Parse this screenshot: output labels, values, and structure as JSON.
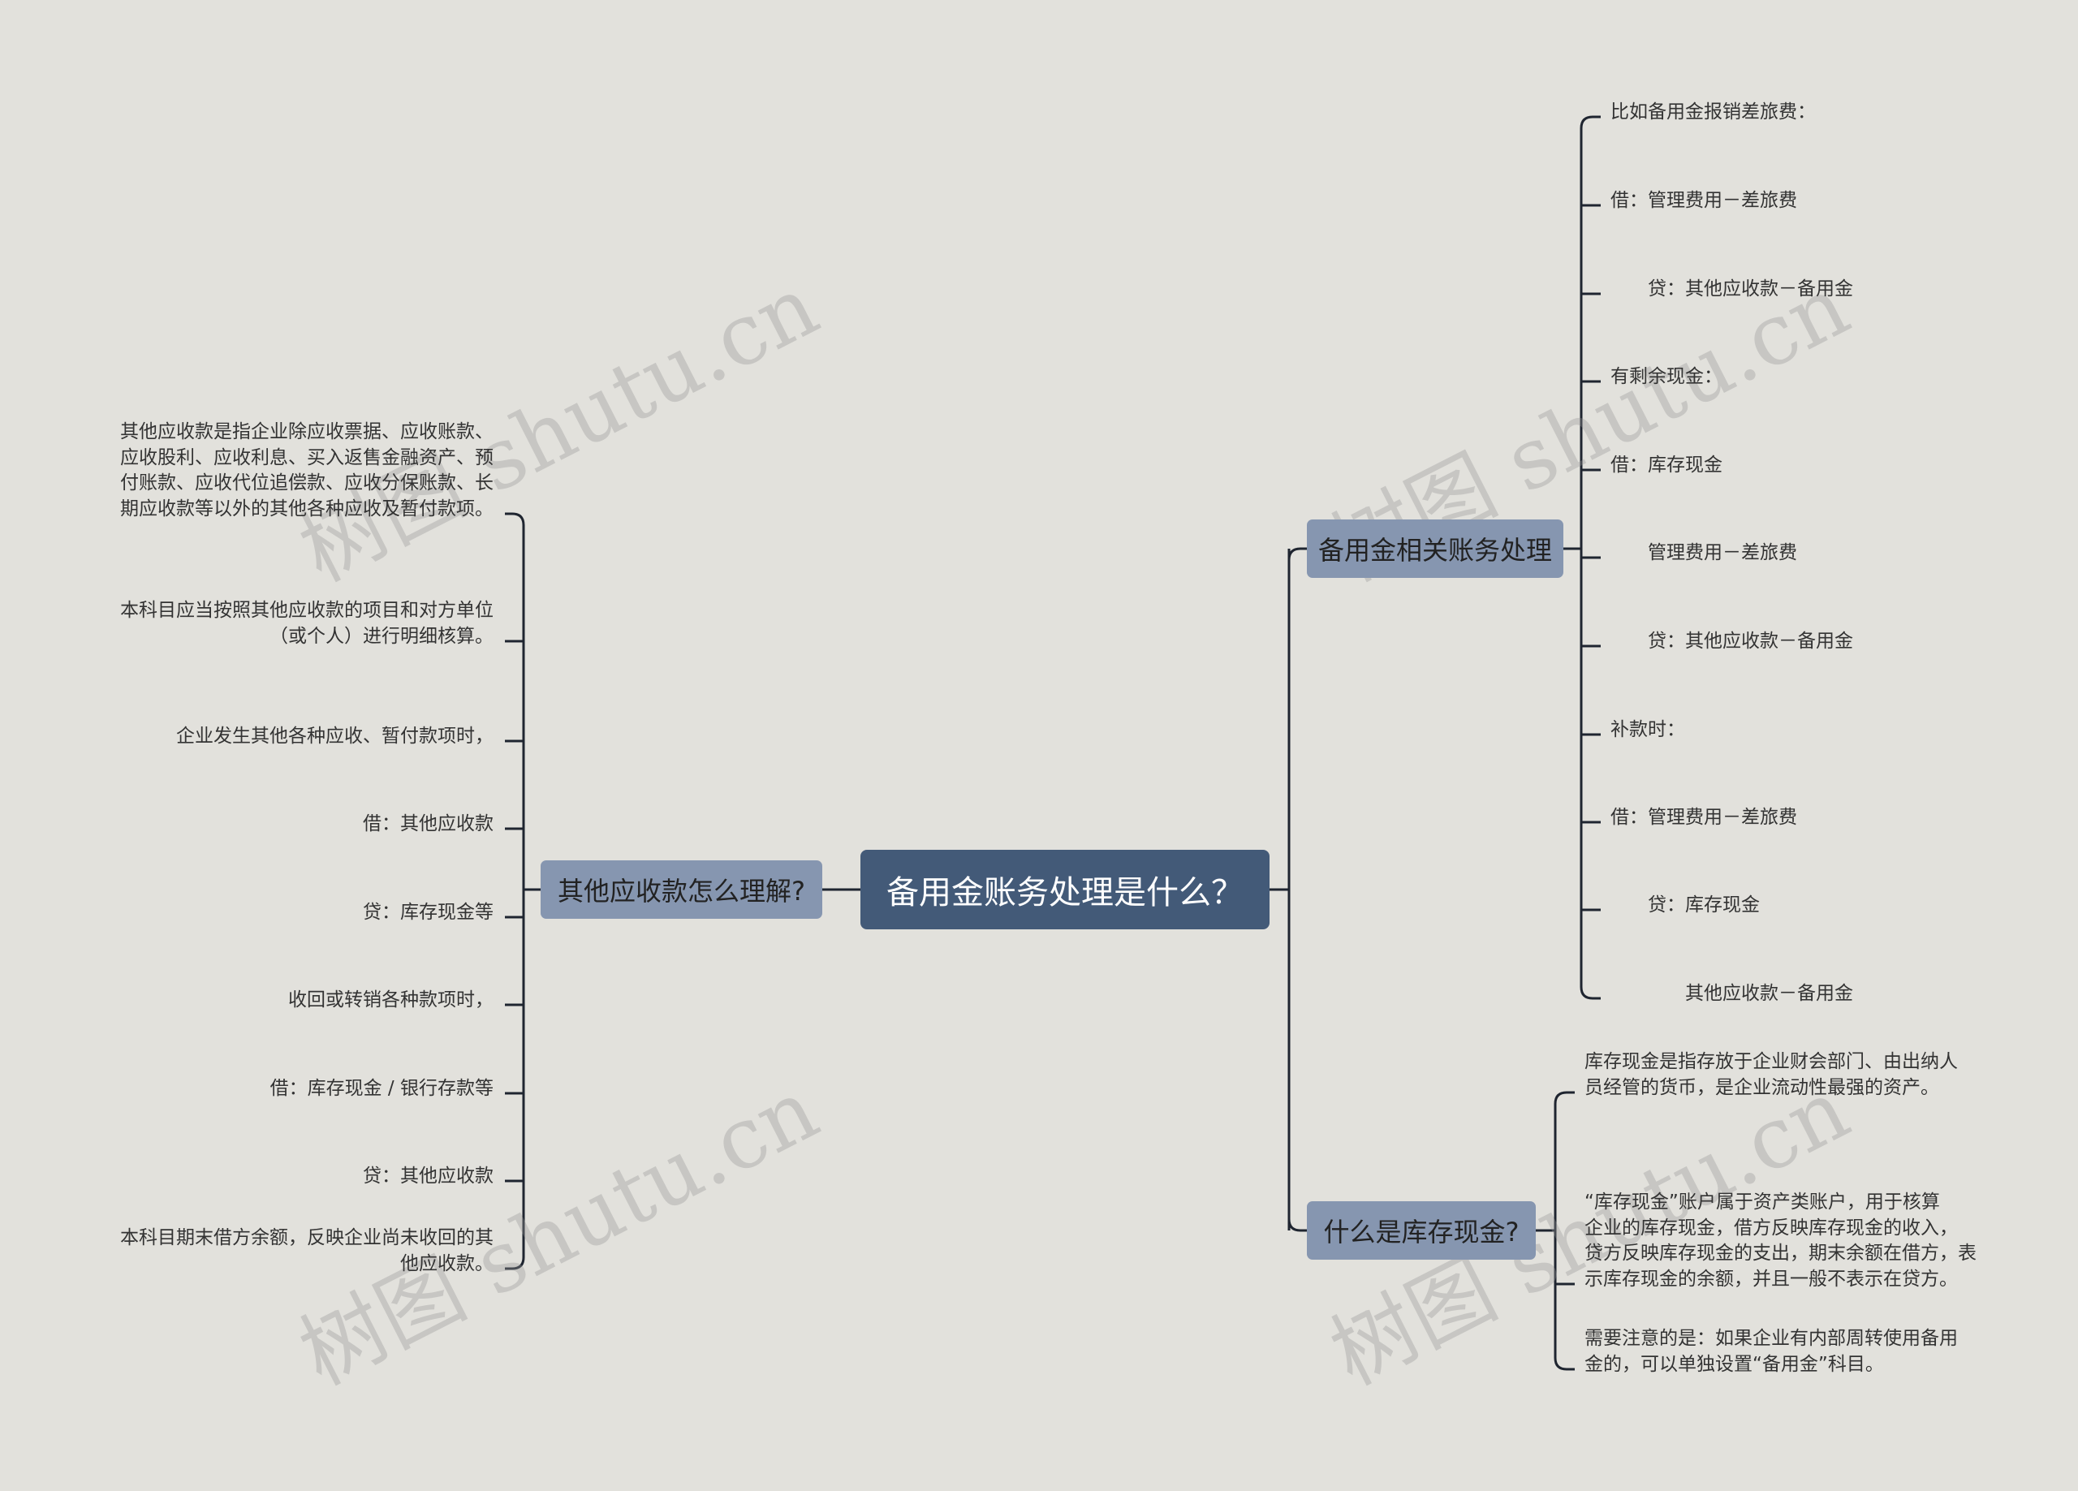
{
  "root": {
    "label": "备用金账务处理是什么？"
  },
  "left_branch": {
    "label": "其他应收款怎么理解?",
    "items": [
      "其他应收款是指企业除应收票据、应收账款、\n应收股利、应收利息、买入返售金融资产、预\n付账款、应收代位追偿款、应收分保账款、长\n期应收款等以外的其他各种应收及暂付款项。",
      "本科目应当按照其他应收款的项目和对方单位\n（或个人）进行明细核算。",
      "企业发生其他各种应收、暂付款项时，",
      "借：其他应收款",
      "贷：库存现金等",
      "收回或转销各种款项时，",
      "借：库存现金 / 银行存款等",
      "贷：其他应收款",
      "本科目期末借方余额，反映企业尚未收回的其\n他应收款。"
    ]
  },
  "right_branch_1": {
    "label": "备用金相关账务处理",
    "items": [
      "比如备用金报销差旅费：",
      "借：管理费用－差旅费",
      "　　贷：其他应收款－备用金",
      "有剩余现金：",
      "借：库存现金",
      "　　管理费用－差旅费",
      "　　贷：其他应收款－备用金",
      "补款时：",
      "借：管理费用－差旅费",
      "　　贷：库存现金",
      "　　　　其他应收款－备用金"
    ]
  },
  "right_branch_2": {
    "label": "什么是库存现金?",
    "items": [
      "库存现金是指存放于企业财会部门、由出纳人\n员经管的货币，是企业流动性最强的资产。",
      "“库存现金”账户属于资产类账户，用于核算\n企业的库存现金，借方反映库存现金的收入，\n贷方反映库存现金的支出，期末余额在借方，表\n示库存现金的余额，并且一般不表示在贷方。",
      "需要注意的是：如果企业有内部周转使用备用\n金的，可以单独设置“备用金”科目。"
    ]
  },
  "watermark": "树图 shutu.cn",
  "colors": {
    "background": "#e2e1dc",
    "root_fill": "#435a78",
    "branch_fill": "#8696b0",
    "line": "#1f2530"
  }
}
